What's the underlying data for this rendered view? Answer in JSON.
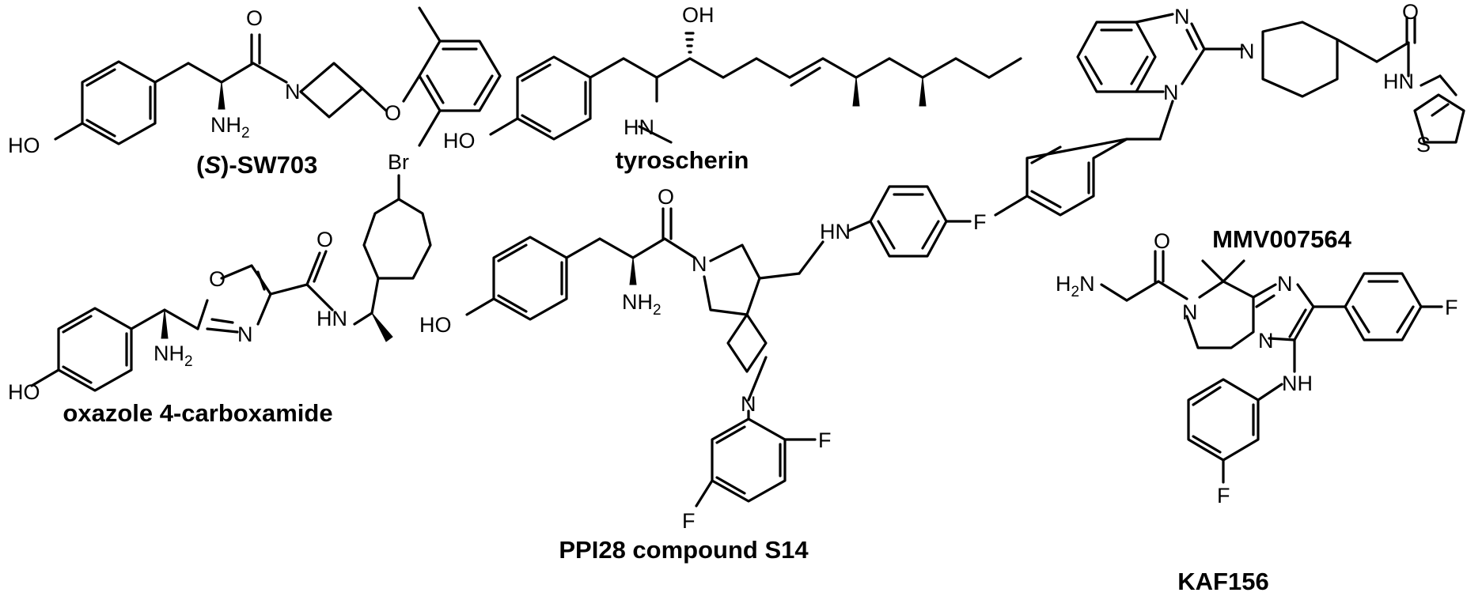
{
  "compounds": [
    {
      "id": "sw703",
      "name_prefix": "(",
      "name_italic": "S",
      "name_suffix": ")-SW703",
      "atoms": {
        "o_carbonyl": "O",
        "n_amide": "N",
        "nh2": "NH",
        "nh2_sub": "2",
        "ho": "HO",
        "o_ether": "O"
      }
    },
    {
      "id": "tyroscherin",
      "name": "tyroscherin",
      "atoms": {
        "oh": "OH",
        "ho": "HO",
        "hn": "HN"
      }
    },
    {
      "id": "mmv007564",
      "name": "MMV007564",
      "atoms": {
        "n_imine": "N",
        "n_pip": "N",
        "n_bzim": "N",
        "o_carbonyl": "O",
        "hn": "HN",
        "s": "S"
      }
    },
    {
      "id": "oxazole",
      "name": "oxazole 4-carboxamide",
      "atoms": {
        "o_ring": "O",
        "n_ring": "N",
        "o_carbonyl": "O",
        "hn": "HN",
        "br": "Br",
        "nh2": "NH",
        "nh2_sub": "2",
        "ho": "HO"
      }
    },
    {
      "id": "ppi28",
      "name": "PPI28 compound S14",
      "atoms": {
        "o_carbonyl": "O",
        "n_pyrr": "N",
        "hn": "HN",
        "f_top": "F",
        "nh2": "NH",
        "nh2_sub": "2",
        "ho": "HO",
        "n_azet": "N",
        "f_right": "F",
        "f_left": "F"
      }
    },
    {
      "id": "kaf156",
      "name": "KAF156",
      "atoms": {
        "o_carbonyl": "O",
        "h2n": "H",
        "h2n_sub": "2",
        "h2n_n": "N",
        "n_amide": "N",
        "n_imine": "N",
        "n_bridge": "N",
        "f_right": "F",
        "nh": "NH",
        "f_bottom": "F"
      }
    }
  ]
}
